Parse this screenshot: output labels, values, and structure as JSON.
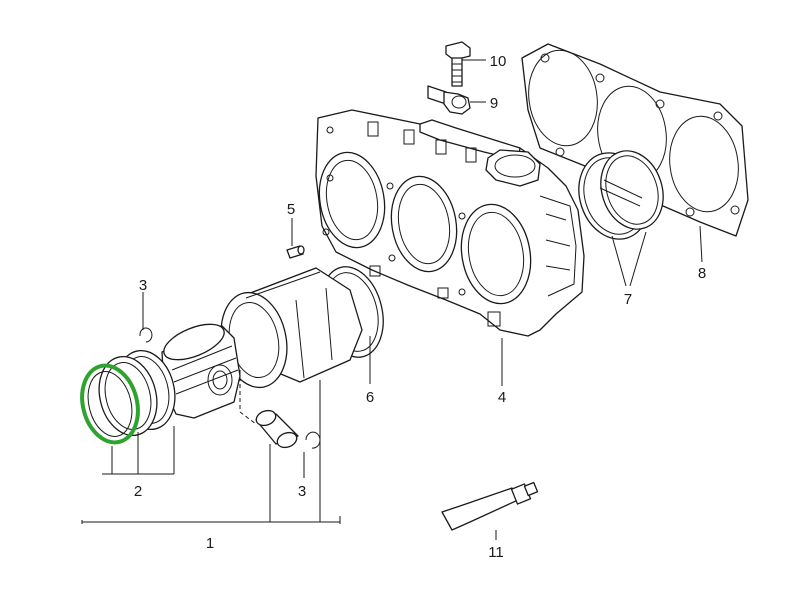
{
  "diagram": {
    "callouts": {
      "c1": "1",
      "c2": "2",
      "c3a": "3",
      "c3b": "3",
      "c4": "4",
      "c5": "5",
      "c6": "6",
      "c7": "7",
      "c8": "8",
      "c9": "9",
      "c10": "10",
      "c11": "11"
    },
    "highlight_color": "#2fa32f",
    "line_color": "#1a1a1a"
  }
}
